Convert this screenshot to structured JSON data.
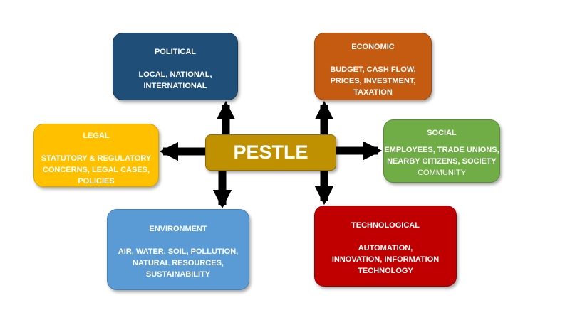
{
  "diagram": {
    "center": {
      "label": "PESTLE"
    },
    "political": {
      "title": "POLITICAL",
      "lines": [
        "LOCAL, NATIONAL,",
        "INTERNATIONAL"
      ],
      "color": "#1f4e79"
    },
    "economic": {
      "title": "ECONOMIC",
      "lines": [
        "BUDGET, CASH FLOW,",
        "PRICES, INVESTMENT,",
        "TAXATION"
      ],
      "color": "#c55a11"
    },
    "legal": {
      "title": "LEGAL",
      "lines": [
        "STATUTORY & REGULATORY",
        "CONCERNS, LEGAL CASES,",
        "POLICIES"
      ],
      "color": "#ffc000"
    },
    "social": {
      "title": "SOCIAL",
      "lines": [
        "EMPLOYEES, TRADE UNIONS,",
        "NEARBY CITIZENS, SOCIETY",
        "COMMUNITY"
      ],
      "color": "#70ad47"
    },
    "environment": {
      "title": "ENVIRONMENT",
      "lines": [
        "AIR, WATER, SOIL, POLLUTION,",
        "NATURAL RESOURCES,",
        "SUSTAINABILITY"
      ],
      "color": "#5b9bd5"
    },
    "technological": {
      "title": "TECHNOLOGICAL",
      "lines": [
        "AUTOMATION,",
        "INNOVATION, INFORMATION",
        "TECHNOLOGY"
      ],
      "color": "#c00000"
    },
    "center_color": "#bf9000",
    "arrow_color": "#000000"
  }
}
